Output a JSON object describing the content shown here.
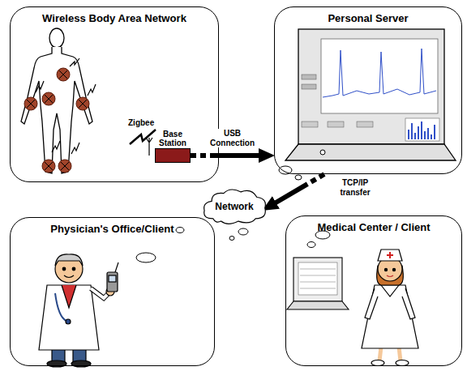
{
  "diagram": {
    "nodes": [
      {
        "text": [
          "Wireless Body Area Network"
        ]
      },
      {
        "text": [
          "Base Station"
        ],
        "in": 0
      },
      {
        "text": [
          "Personal Server"
        ]
      },
      {
        "text": [
          "Network"
        ]
      },
      {
        "text": [
          "Physician's Office/Client"
        ]
      },
      {
        "text": [
          "Medical Center / Client"
        ]
      }
    ],
    "edges": [
      {
        "from": 1,
        "to": 2,
        "label": "USB Connection",
        "arrow": "to"
      },
      {
        "from": 2,
        "to": 3,
        "label": "TCP/IP transfer",
        "arrow": "to"
      }
    ],
    "labels": [
      "Zigbee"
    ]
  }
}
